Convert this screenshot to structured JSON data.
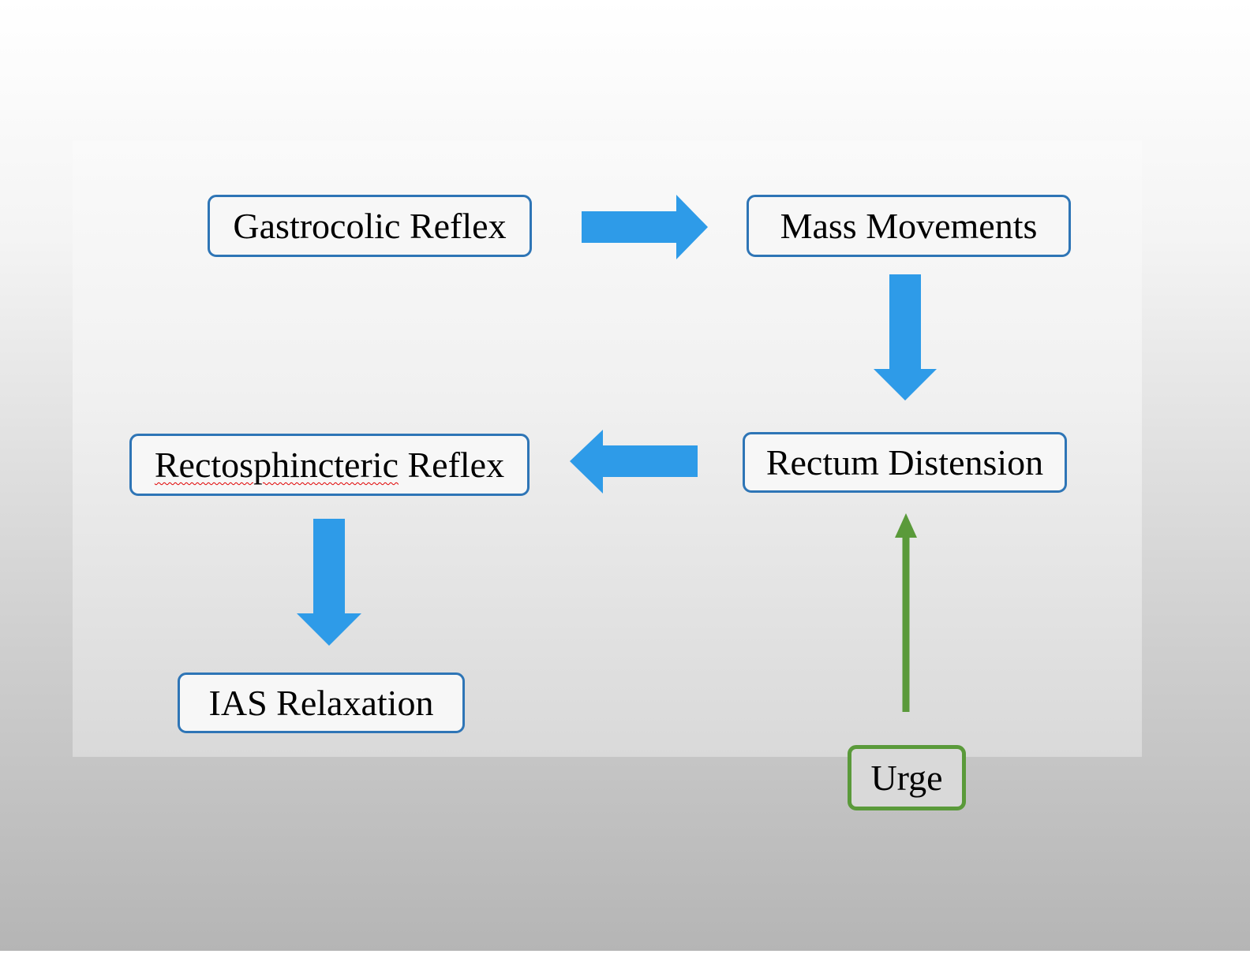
{
  "diagram": {
    "nodes": {
      "gastrocolic": {
        "label": "Gastrocolic Reflex"
      },
      "mass": {
        "label": "Mass Movements"
      },
      "rectum": {
        "label": "Rectum Distension"
      },
      "recto_word": "Rectosphincteric",
      "recto_rest": " Reflex",
      "ias": {
        "label": "IAS Relaxation"
      },
      "urge": {
        "label": "Urge"
      }
    },
    "edges": [
      {
        "from": "Gastrocolic Reflex",
        "to": "Mass Movements"
      },
      {
        "from": "Mass Movements",
        "to": "Rectum Distension"
      },
      {
        "from": "Rectum Distension",
        "to": "Rectosphincteric Reflex"
      },
      {
        "from": "Rectosphincteric Reflex",
        "to": "IAS Relaxation"
      },
      {
        "from": "Urge",
        "to": "Rectum Distension"
      }
    ],
    "colors": {
      "node_border": "#2e75b6",
      "block_arrow": "#2e9be8",
      "urge": "#5a9a3a"
    }
  }
}
